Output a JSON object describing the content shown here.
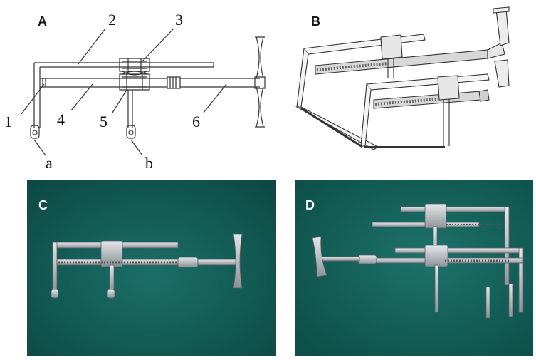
{
  "figure": {
    "panels": [
      {
        "id": "A",
        "label": "A"
      },
      {
        "id": "B",
        "label": "B"
      },
      {
        "id": "C",
        "label": "C"
      },
      {
        "id": "D",
        "label": "D"
      }
    ],
    "part_labels": [
      "1",
      "2",
      "3",
      "4",
      "5",
      "6"
    ],
    "pin_labels": [
      "a",
      "b"
    ]
  },
  "colors": {
    "photo_bg": "#16625c",
    "photo_bg_dark": "#0d4a45",
    "metal": "#c9cdd0",
    "metal_dark": "#8a9096",
    "line": "#333333"
  }
}
